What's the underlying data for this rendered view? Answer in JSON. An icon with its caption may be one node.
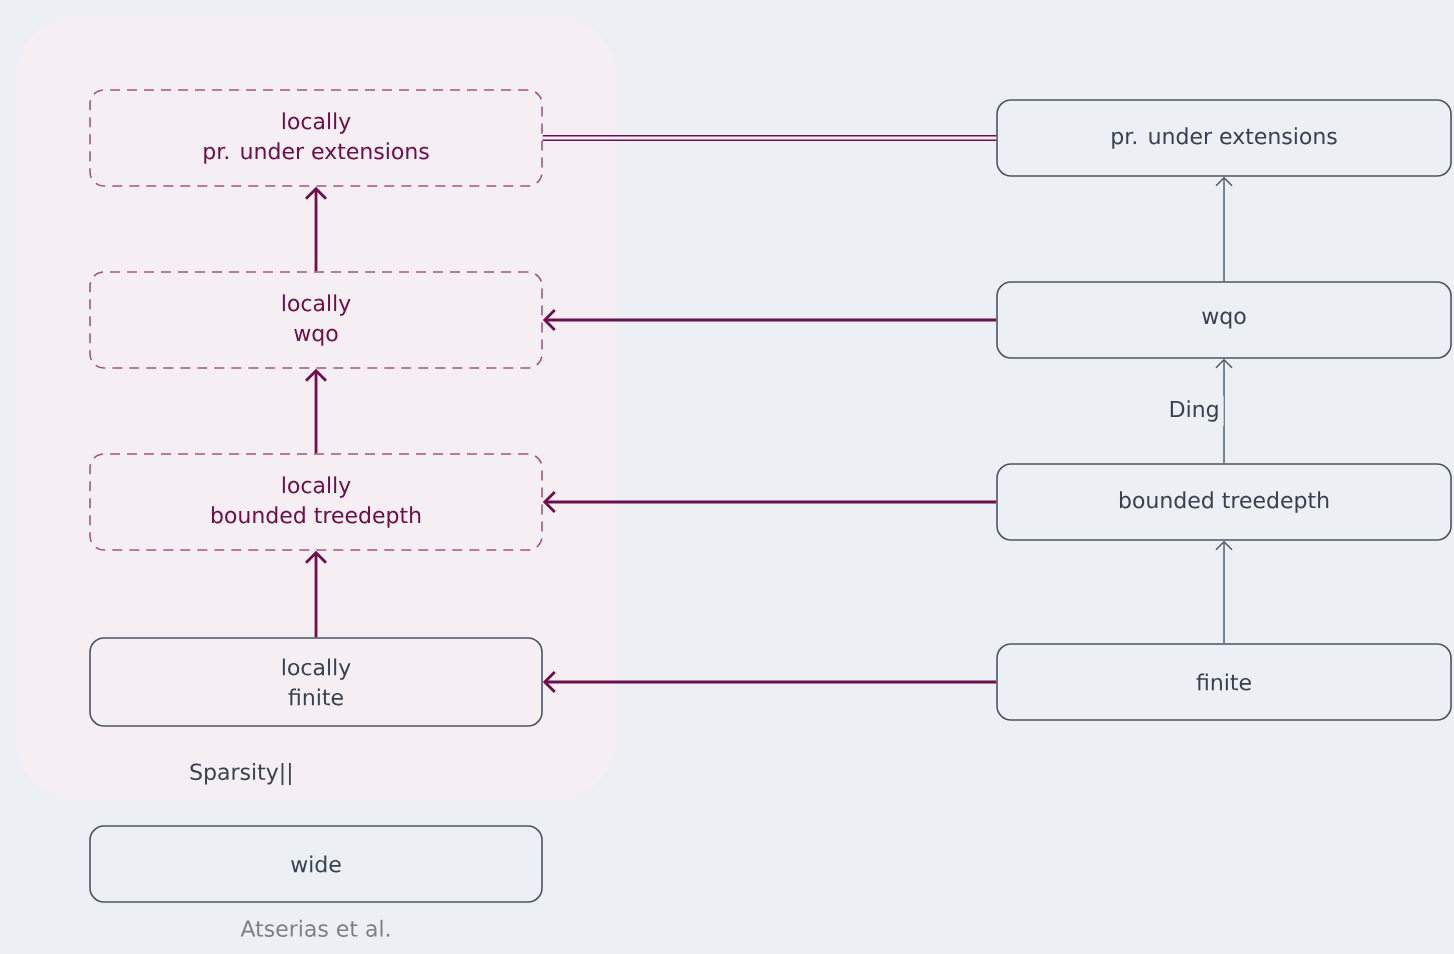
{
  "diagram": {
    "nodes": [
      {
        "text": [
          "Sparsity||"
        ]
      },
      {
        "text": [
          "locally",
          "pr. under extensions"
        ],
        "in": 0
      },
      {
        "text": [
          "locally",
          "wqo"
        ],
        "in": 0
      },
      {
        "text": [
          "locally",
          "bounded treedepth"
        ],
        "in": 0
      },
      {
        "text": [
          "locally",
          "finite"
        ],
        "in": 0
      },
      {
        "text": [
          "wide"
        ],
        "beside": [
          "Atserias et al."
        ]
      },
      {
        "text": [
          "pr. under extensions"
        ]
      },
      {
        "text": [
          "wqo"
        ]
      },
      {
        "text": [
          "bounded treedepth"
        ]
      },
      {
        "text": [
          "finite"
        ]
      }
    ],
    "edges": [
      {
        "from": 4,
        "to": 3,
        "arrow": "to"
      },
      {
        "from": 3,
        "to": 2,
        "arrow": "to"
      },
      {
        "from": 2,
        "to": 1,
        "arrow": "to"
      },
      {
        "from": 1,
        "to": 6,
        "arrow": "none",
        "style": "thick"
      },
      {
        "from": 7,
        "to": 2,
        "arrow": "to"
      },
      {
        "from": 8,
        "to": 3,
        "arrow": "to"
      },
      {
        "from": 9,
        "to": 4,
        "arrow": "to"
      },
      {
        "from": 9,
        "to": 8,
        "arrow": "to",
        "color": "#4b5563"
      },
      {
        "from": 8,
        "to": 7,
        "arrow": "to",
        "label": "Ding",
        "color": "#4b5563"
      },
      {
        "from": 7,
        "to": 6,
        "arrow": "to",
        "color": "#4b5563"
      }
    ]
  }
}
